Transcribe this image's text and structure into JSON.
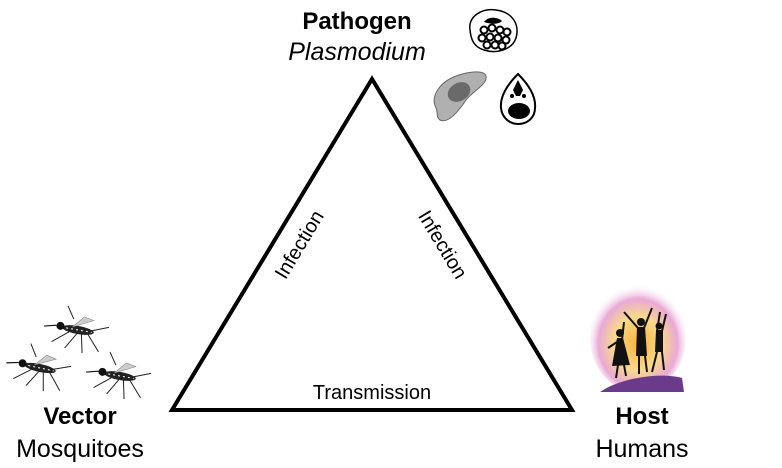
{
  "pathogen": {
    "title": "Pathogen",
    "subtitle": "Plasmodium"
  },
  "vector": {
    "title": "Vector",
    "subtitle": "Mosquitoes"
  },
  "host": {
    "title": "Host",
    "subtitle": "Humans"
  },
  "edges": {
    "left": "Infection",
    "right": "Infection",
    "bottom": "Transmission"
  },
  "colors": {
    "line": "#000000",
    "parasite_gray": "#b0b0b0",
    "parasite_dark": "#6a6a6a"
  }
}
